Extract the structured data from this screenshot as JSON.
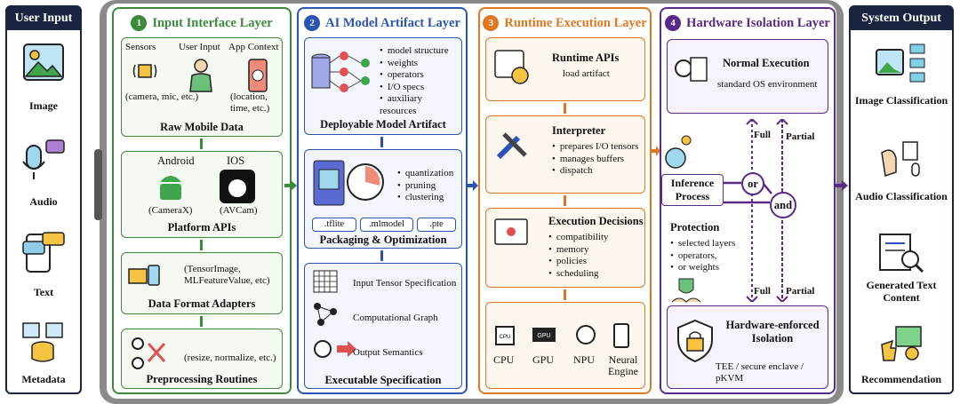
{
  "left_panel": {
    "title": "User Input",
    "items": [
      "Image",
      "Audio",
      "Text",
      "Metadata"
    ]
  },
  "right_panel": {
    "title": "System Output",
    "items": [
      "Image Classification",
      "Audio Classification",
      "Generated Text Content",
      "Recommendation"
    ]
  },
  "layers": {
    "l1": {
      "num": "1",
      "title": "Input Interface Layer",
      "raw": {
        "sensors": "Sensors",
        "user_input": "User Input",
        "app_context": "App Context",
        "sensors_note": "(camera, mic, etc.)",
        "app_note": "(location, time, etc.)",
        "title": "Raw Mobile Data"
      },
      "platform": {
        "android": "Android",
        "ios": "IOS",
        "android_note": "(CameraX)",
        "ios_note": "(AVCam)",
        "title": "Platform APIs"
      },
      "adapters": {
        "note": "(TensorImage, MLFeatureValue, etc)",
        "title": "Data Format Adapters"
      },
      "preproc": {
        "note": "(resize, normalize, etc.)",
        "title": "Preprocessing Routines"
      }
    },
    "l2": {
      "num": "2",
      "title": "AI Model Artifact Layer",
      "artifact": {
        "bullets": [
          "model structure",
          "weights",
          "operators",
          "I/O specs",
          "auxiliary resources"
        ],
        "title": "Deployable Model Artifact"
      },
      "packaging": {
        "bullets": [
          "quantization",
          "pruning",
          "clustering"
        ],
        "formats": [
          ".tflite",
          ".mlmodel",
          ".pte"
        ],
        "title": "Packaging & Optimization"
      },
      "spec": {
        "items": [
          "Input Tensor Specification",
          "Computational Graph",
          "Output Semantics"
        ],
        "title": "Executable Specification"
      }
    },
    "l3": {
      "num": "3",
      "title": "Runtime Execution Layer",
      "apis": {
        "title": "Runtime APIs",
        "note": "load artifact"
      },
      "interp": {
        "title": "Interpreter",
        "bullets": [
          "prepares I/O tensors",
          "manages buffers",
          "dispatch"
        ]
      },
      "decisions": {
        "title": "Execution Decisions",
        "bullets": [
          "compatibility",
          "memory",
          "policies",
          "scheduling"
        ]
      },
      "hw": [
        "CPU",
        "GPU",
        "NPU",
        "Neural Engine"
      ]
    },
    "l4": {
      "num": "4",
      "title": "Hardware Isolation Layer",
      "normal": {
        "title": "Normal Execution",
        "note": "standard OS environment"
      },
      "inference": "Inference Process",
      "or": "or",
      "and": "and",
      "full": "Full",
      "partial": "Partial",
      "protection": {
        "title": "Protection",
        "bullets": [
          "selected layers",
          "operators,",
          "or weights"
        ]
      },
      "isolated": {
        "title": "Hardware-enforced Isolation",
        "note": "TEE / secure enclave / pKVM"
      }
    }
  },
  "colors": {
    "green": "#3a8a3a",
    "blue": "#2a55b5",
    "orange": "#e07822",
    "purple": "#5a2a8a",
    "navy": "#1a2440"
  }
}
